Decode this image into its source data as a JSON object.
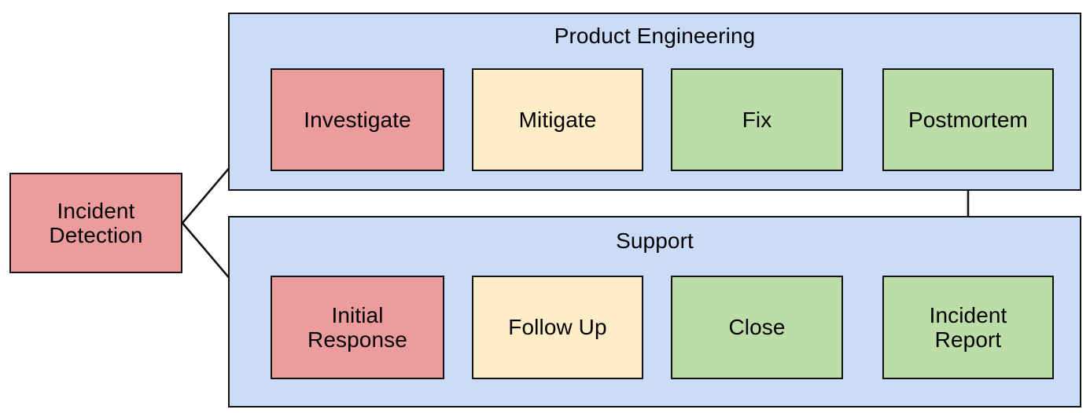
{
  "diagram": {
    "type": "flowchart",
    "title_visible": false,
    "colors": {
      "lane_fill": "#CBDCF8",
      "lane_stroke": "#121212",
      "red_fill": "#EC9C9D",
      "yellow_fill": "#FFEDC8",
      "green_fill": "#BCDCA8",
      "node_stroke": "#121212",
      "arrow_stroke": "#121212",
      "text": "#000000",
      "background": "#FFFFFF"
    },
    "lanes": [
      {
        "id": "product-engineering",
        "label": "Product Engineering"
      },
      {
        "id": "support",
        "label": "Support"
      }
    ],
    "nodes": [
      {
        "id": "incident-detection",
        "label": "Incident\nDetection",
        "color": "red",
        "lane": null
      },
      {
        "id": "investigate",
        "label": "Investigate",
        "color": "red",
        "lane": "product-engineering"
      },
      {
        "id": "mitigate",
        "label": "Mitigate",
        "color": "yellow",
        "lane": "product-engineering"
      },
      {
        "id": "fix",
        "label": "Fix",
        "color": "green",
        "lane": "product-engineering"
      },
      {
        "id": "postmortem",
        "label": "Postmortem",
        "color": "green",
        "lane": "product-engineering"
      },
      {
        "id": "initial-response",
        "label": "Initial\nResponse",
        "color": "red",
        "lane": "support"
      },
      {
        "id": "follow-up",
        "label": "Follow Up",
        "color": "yellow",
        "lane": "support"
      },
      {
        "id": "close",
        "label": "Close",
        "color": "green",
        "lane": "support"
      },
      {
        "id": "incident-report",
        "label": "Incident\nReport",
        "color": "green",
        "lane": "support"
      }
    ],
    "edges": [
      {
        "from": "incident-detection",
        "to": "investigate",
        "style": "diagonal"
      },
      {
        "from": "incident-detection",
        "to": "initial-response",
        "style": "diagonal"
      },
      {
        "from": "investigate",
        "to": "mitigate",
        "style": "straight"
      },
      {
        "from": "mitigate",
        "to": "fix",
        "style": "straight"
      },
      {
        "from": "fix",
        "to": "postmortem",
        "style": "straight"
      },
      {
        "from": "initial-response",
        "to": "follow-up",
        "style": "straight"
      },
      {
        "from": "follow-up",
        "to": "close",
        "style": "straight"
      },
      {
        "from": "close",
        "to": "incident-report",
        "style": "straight"
      },
      {
        "from": "postmortem",
        "to": "incident-report",
        "style": "vertical"
      }
    ]
  }
}
